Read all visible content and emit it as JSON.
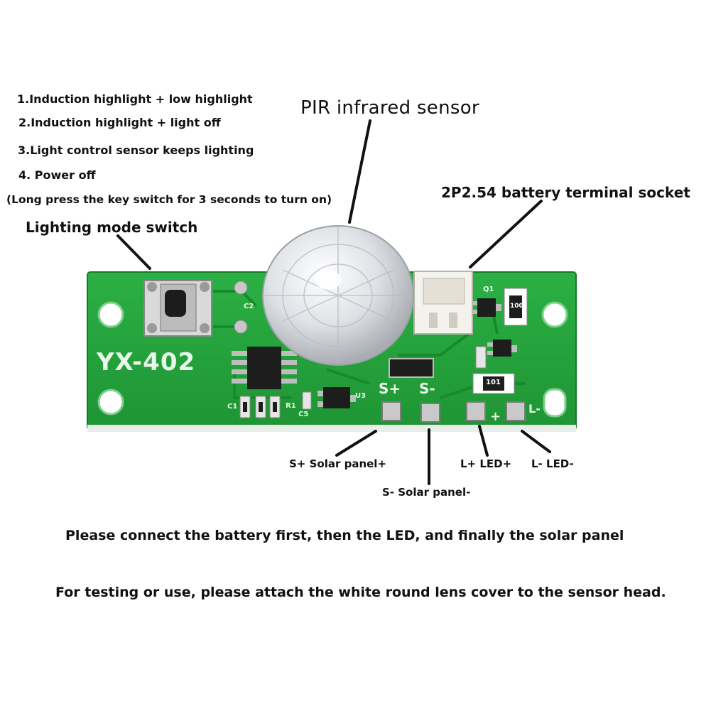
{
  "modes": [
    "1.Induction highlight + low highlight",
    "2.Induction highlight + light off",
    "3.Light control sensor keeps lighting",
    "4. Power off"
  ],
  "mode_note": "(Long press the key switch for 3 seconds to turn on)",
  "labels": {
    "pir": "PIR infrared sensor",
    "battery": "2P2.54 battery terminal socket",
    "switch": "Lighting mode switch",
    "solar_pos": "S+ Solar panel+",
    "solar_neg": "S- Solar panel-",
    "led_pos": "L+ LED+",
    "led_neg": "L- LED-"
  },
  "board": {
    "model": "YX-402",
    "pads": [
      "S+",
      "S-",
      "+",
      "L-"
    ],
    "components": [
      "Q1",
      "C2",
      "C1",
      "C5",
      "R1",
      "U3",
      "101",
      "100"
    ]
  },
  "notices": [
    "Please connect the battery first, then the LED, and finally the solar panel",
    "For testing or use, please attach the white round lens cover to the sensor head."
  ],
  "colors": {
    "pcb": "#23a23a",
    "pcb_dark": "#1a7f2c",
    "lens": "#e4e6ea",
    "connector": "#f2f0ea",
    "pad": "#c9c9c9"
  }
}
